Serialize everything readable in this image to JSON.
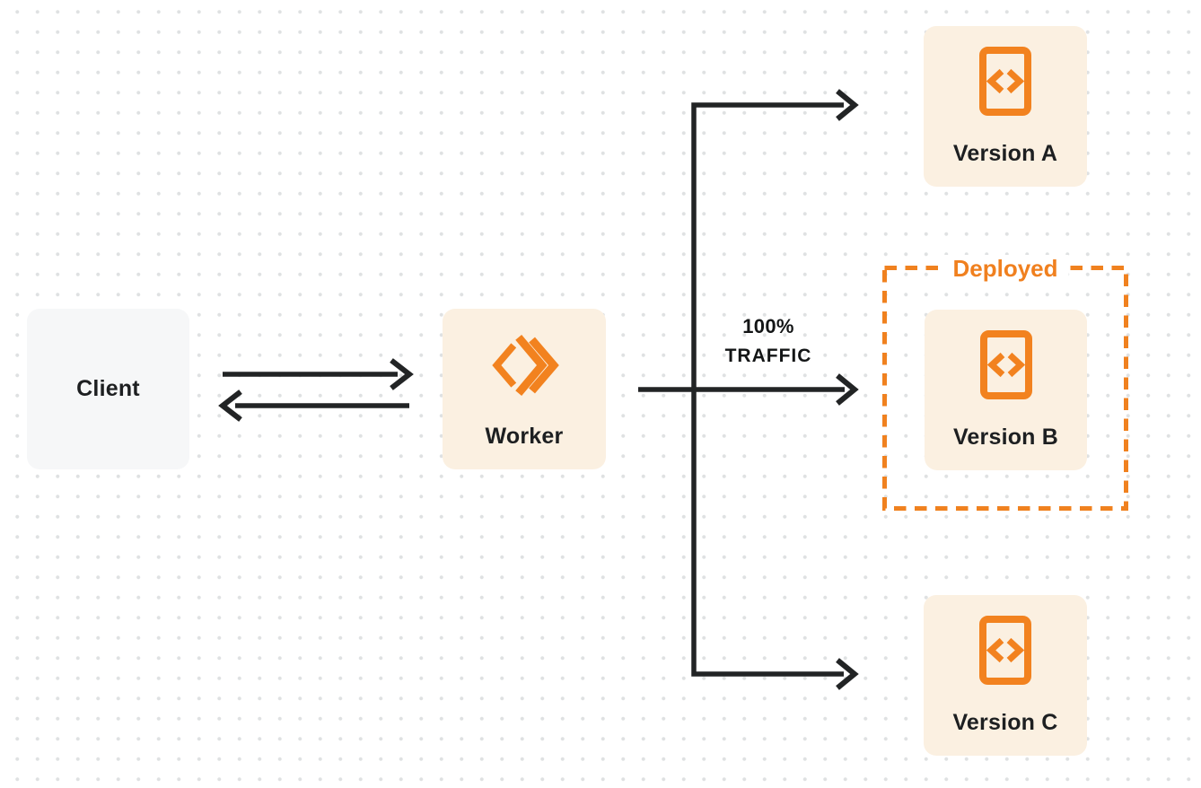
{
  "diagram": {
    "title_none_visible": "",
    "nodes": {
      "client": {
        "label": "Client"
      },
      "worker": {
        "label": "Worker",
        "icon": "cloudflare-workers-logo-icon"
      },
      "version_a": {
        "label": "Version A",
        "icon": "code-document-icon"
      },
      "version_b": {
        "label": "Version B",
        "icon": "code-document-icon"
      },
      "version_c": {
        "label": "Version C",
        "icon": "code-document-icon"
      }
    },
    "deployed_region": {
      "label": "Deployed"
    },
    "traffic_annotation": {
      "line1": "100%",
      "line2": "TRAFFIC"
    },
    "edges": [
      {
        "from": "client",
        "to": "worker",
        "direction": "right"
      },
      {
        "from": "worker",
        "to": "client",
        "direction": "left"
      },
      {
        "from": "worker",
        "to": "version_a"
      },
      {
        "from": "worker",
        "to": "version_b",
        "label": "100% TRAFFIC"
      },
      {
        "from": "worker",
        "to": "version_c"
      }
    ],
    "colors": {
      "accent_orange": "#f2821f",
      "node_cream_bg": "#fbf0e1",
      "node_gray_bg": "#f6f7f8",
      "arrow": "#222425",
      "label_text": "#1d1f21",
      "dot_grid": "#dfe1e2",
      "background": "#ffffff"
    }
  }
}
